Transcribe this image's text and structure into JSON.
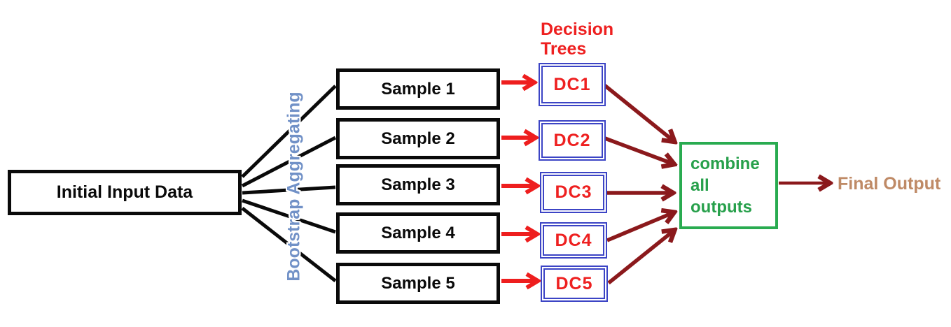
{
  "diagram": {
    "initial_box_label": "Initial Input Data",
    "bootstrap_label": "Bootstrap Aggregating",
    "samples": [
      {
        "label": "Sample 1"
      },
      {
        "label": "Sample 2"
      },
      {
        "label": "Sample 3"
      },
      {
        "label": "Sample 4"
      },
      {
        "label": "Sample 5"
      }
    ],
    "decision_trees_label": "Decision\nTrees",
    "decision_tree_boxes": [
      {
        "label": "DC1"
      },
      {
        "label": "DC2"
      },
      {
        "label": "DC3"
      },
      {
        "label": "DC4"
      },
      {
        "label": "DC5"
      }
    ],
    "combine_box_label": "combine\nall outputs",
    "final_output_label": "Final Output",
    "colors": {
      "box_border_black": "#0a0a0a",
      "sample_arrow_red": "#ee1e1e",
      "dc_border_blue": "#3c44c5",
      "dc_text_red": "#ee2020",
      "aggregate_arrow_maroon": "#8b191c",
      "combine_green": "#29ab50",
      "bootstrap_blue": "#7191c7",
      "final_output_brown": "#bf8a66"
    }
  }
}
